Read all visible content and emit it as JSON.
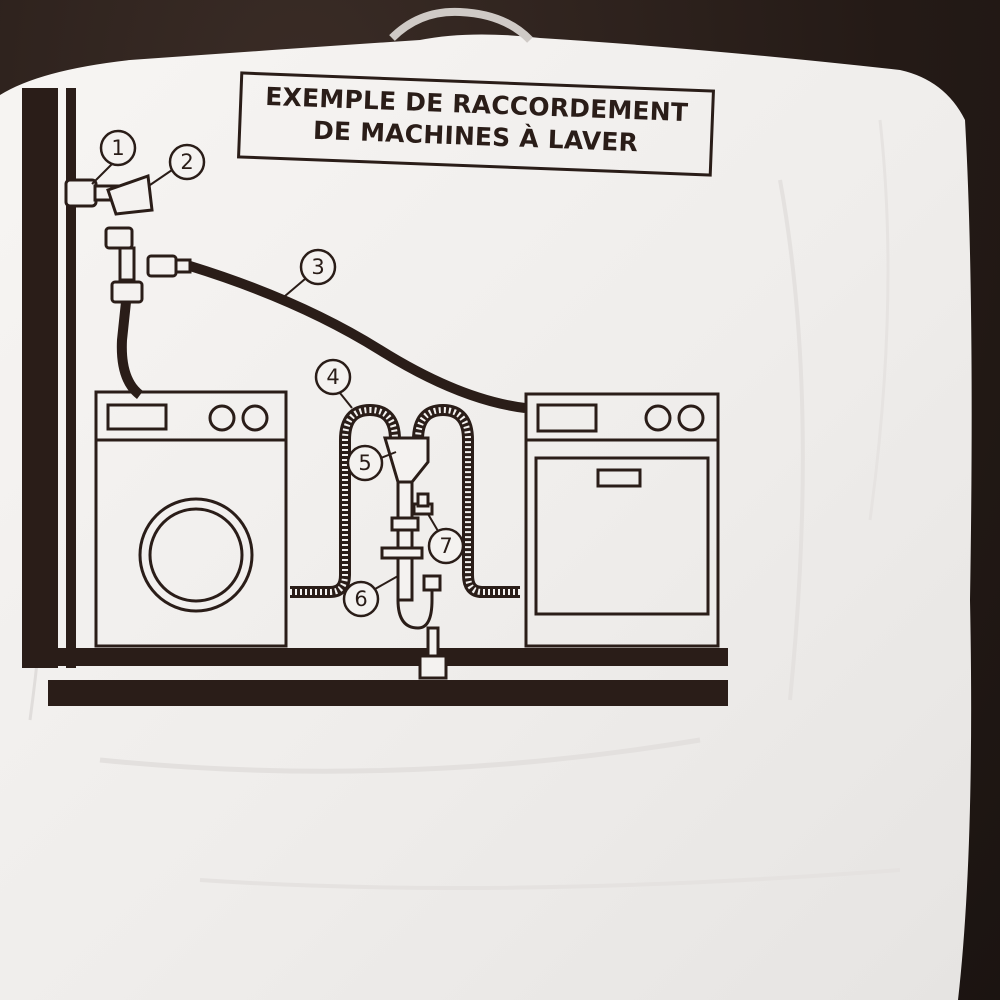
{
  "photo": {
    "title_line_1": "EXEMPLE DE RACCORDEMENT",
    "title_line_2": "DE MACHINES À LAVER"
  },
  "diagram": {
    "labels": {
      "n1": "1",
      "n2": "2",
      "n3": "3",
      "n4": "4",
      "n5": "5",
      "n6": "6",
      "n7": "7"
    }
  },
  "colors": {
    "ink": "#2a1d18",
    "bag": "#f4f2f0",
    "fabric": "#2b211d"
  },
  "icons": {
    "bag": "plastic-bag",
    "faucet": "valve-icon",
    "machine": "washing-machine-icon",
    "dishwasher": "dishwasher-icon",
    "siphon": "siphon-icon"
  }
}
